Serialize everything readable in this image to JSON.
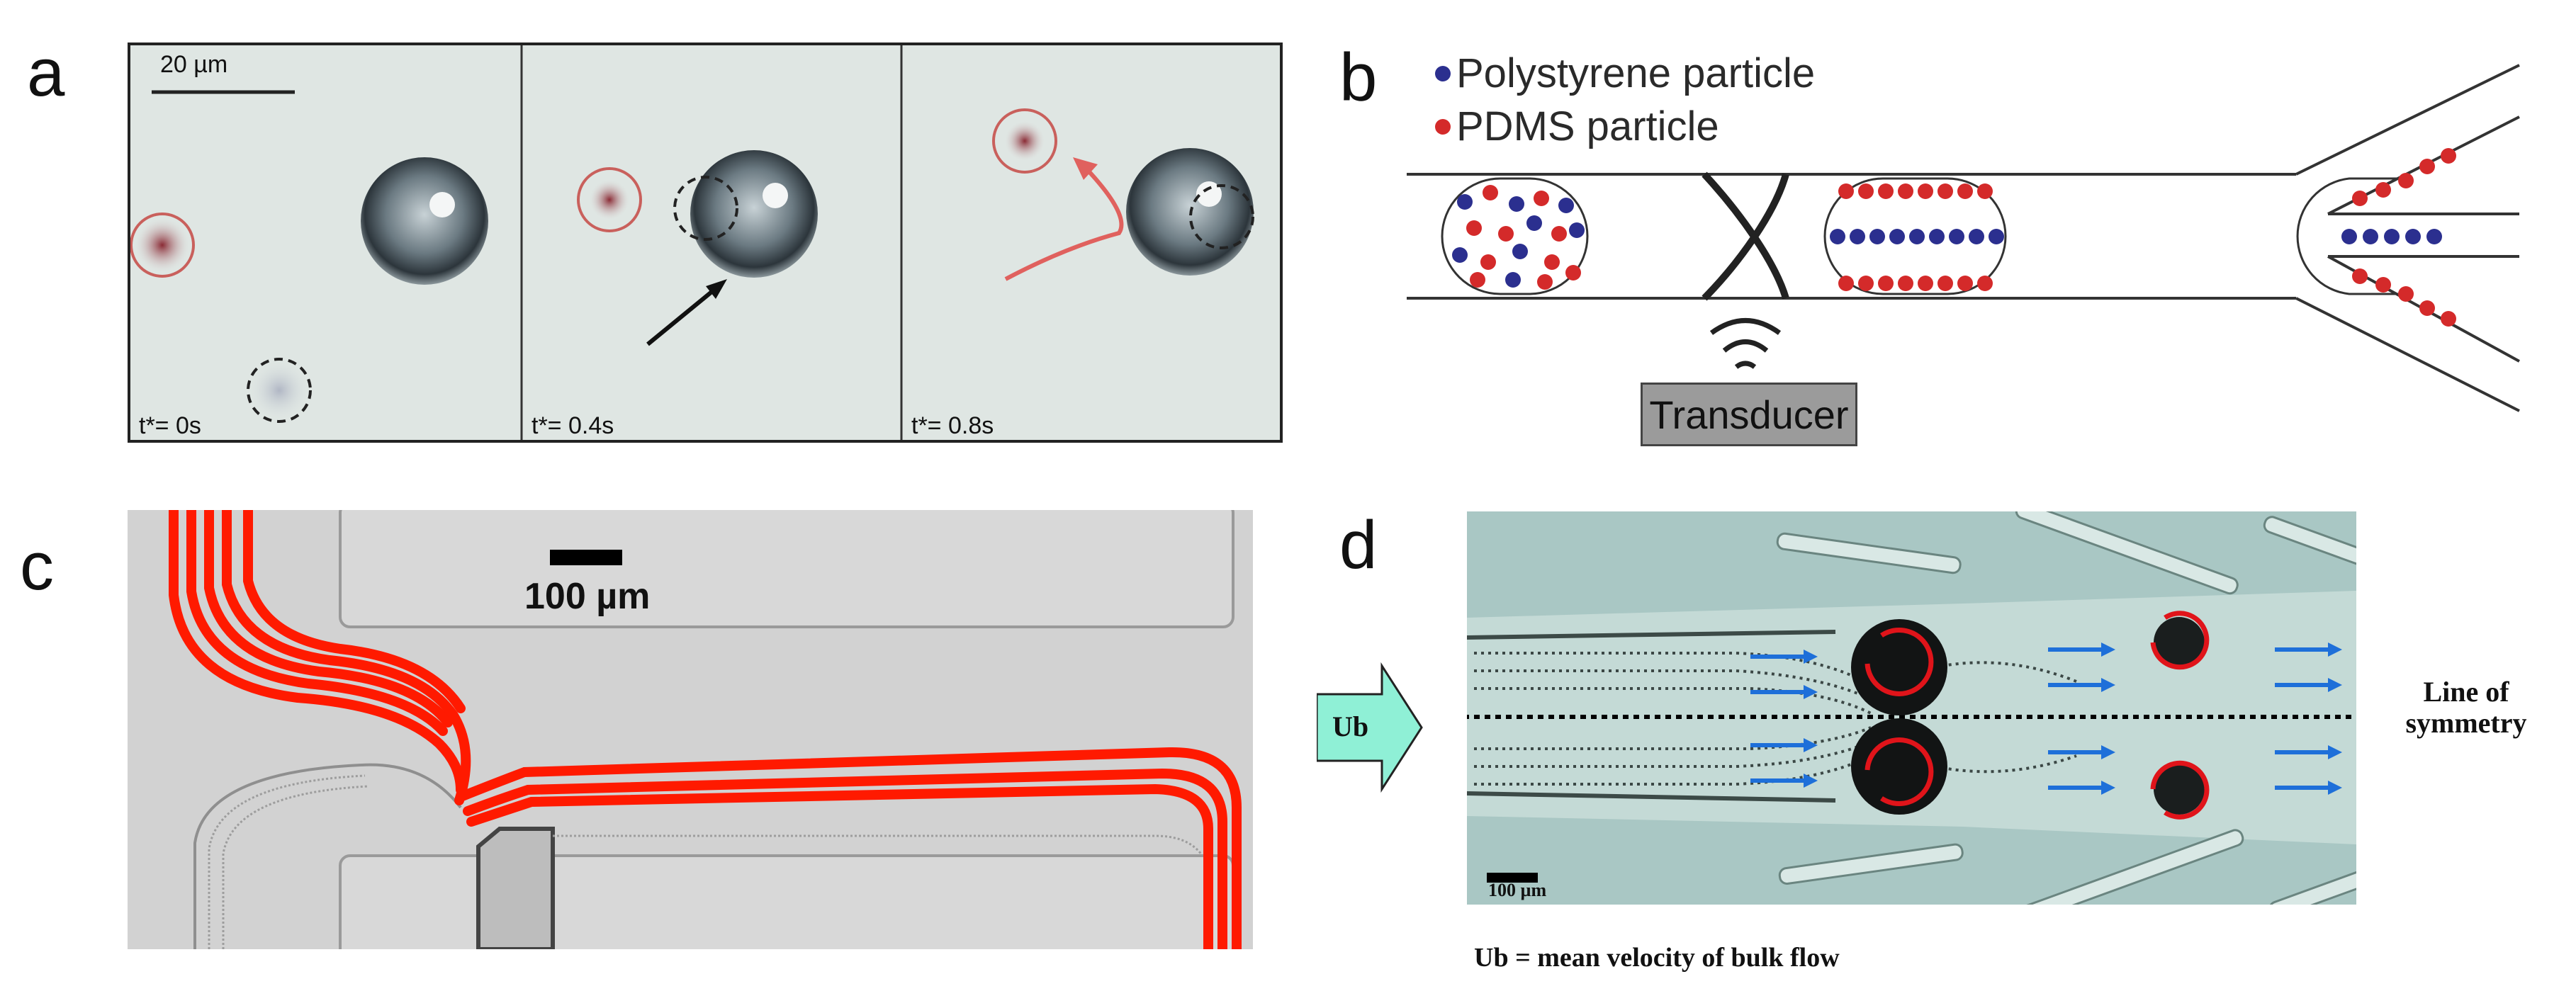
{
  "panels": {
    "a": {
      "label": "a",
      "scale_bar": "20 µm",
      "frames": [
        {
          "time": "t*= 0s"
        },
        {
          "time": "t*= 0.4s"
        },
        {
          "time": "t*= 0.8s"
        }
      ]
    },
    "b": {
      "label": "b",
      "legend": [
        {
          "text": "Polystyrene particle",
          "color": "#2b2f8f"
        },
        {
          "text": "PDMS particle",
          "color": "#d42a2a"
        }
      ],
      "transducer_label": "Transducer"
    },
    "c": {
      "label": "c",
      "scale_bar": "100 µm",
      "trace_color": "#ff1a00"
    },
    "d": {
      "label": "d",
      "inlet_label": "Ub",
      "symmetry_label": "Line of symmetry",
      "scale_bar": "100 µm",
      "caption": "Ub = mean velocity of bulk flow",
      "arrow_color": "#1e6fd9",
      "vortex_color": "#e0141a"
    }
  }
}
